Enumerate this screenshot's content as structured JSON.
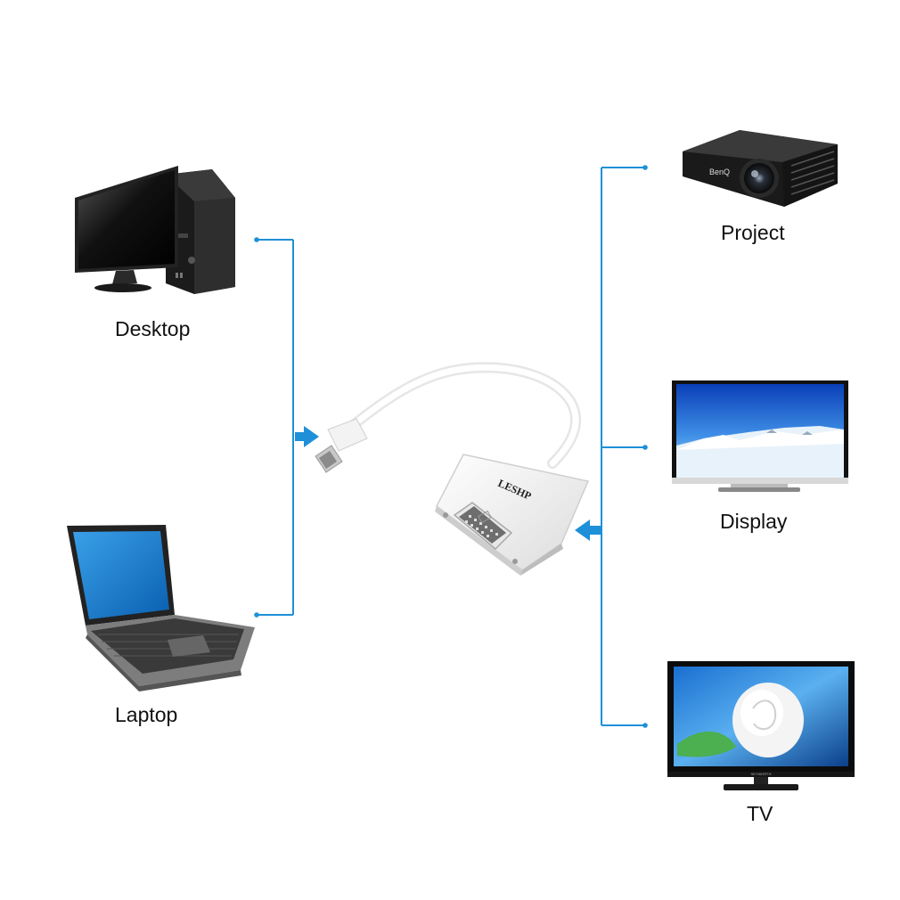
{
  "colors": {
    "connector_line": "#1e90d8",
    "background": "#ffffff"
  },
  "sources": [
    {
      "label": "Desktop",
      "icon": "desktop-computer-icon"
    },
    {
      "label": "Laptop",
      "icon": "laptop-icon"
    }
  ],
  "adapter": {
    "brand": "LESHP",
    "icon": "mini-displayport-to-dvi-adapter-icon"
  },
  "outputs": [
    {
      "label": "Project",
      "icon": "projector-icon",
      "brand": "BenQ"
    },
    {
      "label": "Display",
      "icon": "monitor-icon"
    },
    {
      "label": "TV",
      "icon": "tv-icon",
      "brand": "SKYWORTH"
    }
  ]
}
